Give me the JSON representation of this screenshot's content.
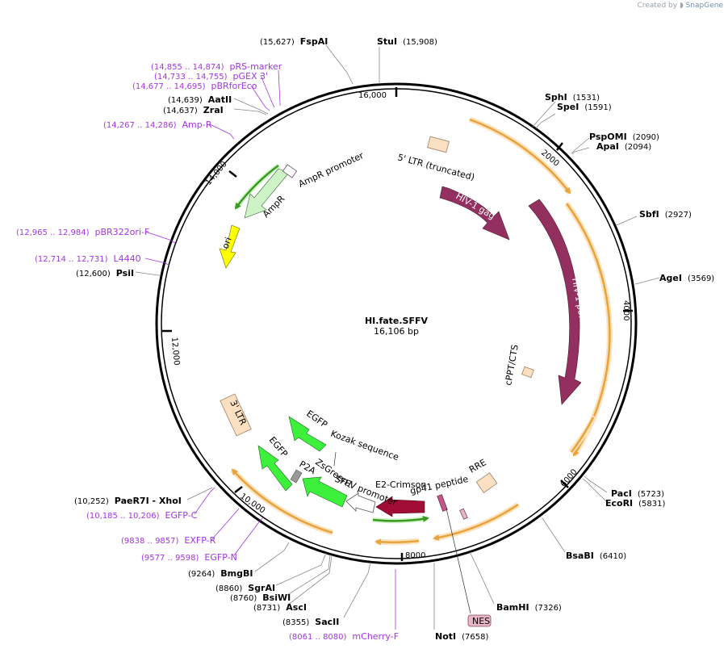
{
  "credit": {
    "prefix": "Created by",
    "brand": "SnapGene"
  },
  "plasmid": {
    "name": "HI.fate.SFFV",
    "size": "16,106 bp"
  },
  "ticks": [
    {
      "label": "16,000"
    },
    {
      "label": "2000"
    },
    {
      "label": "4000"
    },
    {
      "label": "6000"
    },
    {
      "label": "8000"
    },
    {
      "label": "10,000"
    },
    {
      "label": "12,000"
    },
    {
      "label": "14,000"
    }
  ],
  "enzymes": [
    {
      "name": "FspAI",
      "pos": "(15,627)"
    },
    {
      "name": "StuI",
      "pos": "(15,908)"
    },
    {
      "name": "SphI",
      "pos": "(1531)"
    },
    {
      "name": "SpeI",
      "pos": "(1591)"
    },
    {
      "name": "PspOMI",
      "pos": "(2090)"
    },
    {
      "name": "ApaI",
      "pos": "(2094)"
    },
    {
      "name": "SbfI",
      "pos": "(2927)"
    },
    {
      "name": "AgeI",
      "pos": "(3569)"
    },
    {
      "name": "PacI",
      "pos": "(5723)"
    },
    {
      "name": "EcoRI",
      "pos": "(5831)"
    },
    {
      "name": "BsaBI",
      "pos": "(6410)"
    },
    {
      "name": "BamHI",
      "pos": "(7326)"
    },
    {
      "name": "NotI",
      "pos": "(7658)"
    },
    {
      "name": "SacII",
      "pos": "(8355)"
    },
    {
      "name": "AscI",
      "pos": "(8731)"
    },
    {
      "name": "BsiWI",
      "pos": "(8760)"
    },
    {
      "name": "SgrAI",
      "pos": "(8860)"
    },
    {
      "name": "BmgBI",
      "pos": "(9264)"
    },
    {
      "name": "PaeR7I  - XhoI",
      "pos": "(10,252)"
    },
    {
      "name": "PsiI",
      "pos": "(12,600)"
    },
    {
      "name": "ZraI",
      "pos": "(14,637)"
    },
    {
      "name": "AatII",
      "pos": "(14,639)"
    }
  ],
  "primers": [
    {
      "name": "pRS-marker",
      "pos": "(14,855 .. 14,874)"
    },
    {
      "name": "pGEX 3'",
      "pos": "(14,733 .. 14,755)"
    },
    {
      "name": "pBRforEco",
      "pos": "(14,677 .. 14,695)"
    },
    {
      "name": "Amp-R",
      "pos": "(14,267 .. 14,286)"
    },
    {
      "name": "pBR322ori-F",
      "pos": "(12,965 .. 12,984)"
    },
    {
      "name": "L4440",
      "pos": "(12,714 .. 12,731)"
    },
    {
      "name": "EGFP-C",
      "pos": "(10,185 .. 10,206)"
    },
    {
      "name": "EXFP-R",
      "pos": "(9838 .. 9857)"
    },
    {
      "name": "EGFP-N",
      "pos": "(9577 .. 9598)"
    },
    {
      "name": "mCherry-F",
      "pos": "(8061 .. 8080)"
    }
  ],
  "features": {
    "ltr5": "5' LTR (truncated)",
    "gag": "HIV-1 gag",
    "pol": "HIV-1 pol",
    "cppt": "cPPT/CTS",
    "rre": "RRE",
    "gp41": "gp41 peptide",
    "nes": "NES",
    "e2crimson": "E2-Crimson",
    "sffv": "SFFV promoter",
    "zsgreen": "ZsGreen1",
    "p2a": "P2A",
    "egfp2": "EGFP",
    "kozak": "Kozak sequence",
    "egfp1": "EGFP",
    "ltr3": "3' LTR",
    "ori": "ori",
    "ampr": "AmpR",
    "amprpromoter": "AmpR promoter"
  },
  "colors": {
    "backbone": "#000000",
    "orf": "#e8a33c",
    "orf_glow": "#fbe3bd",
    "gag_pol": "#93305f",
    "ltr": "#fde0c1",
    "ltr_border": "#9a7f66",
    "egfp": "#3cf03c",
    "e2crimson": "#a10d35",
    "ori": "#ffff00",
    "ampr": "#cef3c6",
    "sffv": "#ffffff",
    "primer": "#a335e0",
    "nes": "#e8b6c8"
  }
}
